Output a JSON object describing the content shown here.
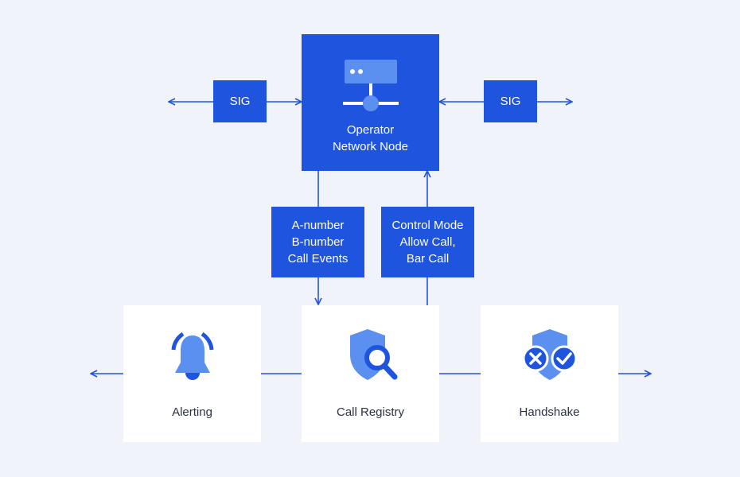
{
  "colors": {
    "background": "#f0f3f9",
    "primary_blue": "#1f54de",
    "light_blue": "#5b8ff0",
    "line": "#1f54de",
    "card": "#ffffff",
    "text_dark": "#2b3242"
  },
  "sig_left": {
    "label": "SIG"
  },
  "sig_right": {
    "label": "SIG"
  },
  "operator_node": {
    "icon": "server-icon",
    "line1": "Operator",
    "line2": "Network Node"
  },
  "downlink_box": {
    "lines": [
      "A-number",
      "B-number",
      "Call Events"
    ]
  },
  "uplink_box": {
    "lines": [
      "Control Mode",
      "Allow Call,",
      "Bar Call"
    ]
  },
  "cards": {
    "alerting": {
      "icon": "bell-icon",
      "label": "Alerting"
    },
    "call_registry": {
      "icon": "shield-search-icon",
      "label": "Call Registry"
    },
    "handshake": {
      "icon": "shield-check-x-icon",
      "label": "Handshake"
    }
  }
}
